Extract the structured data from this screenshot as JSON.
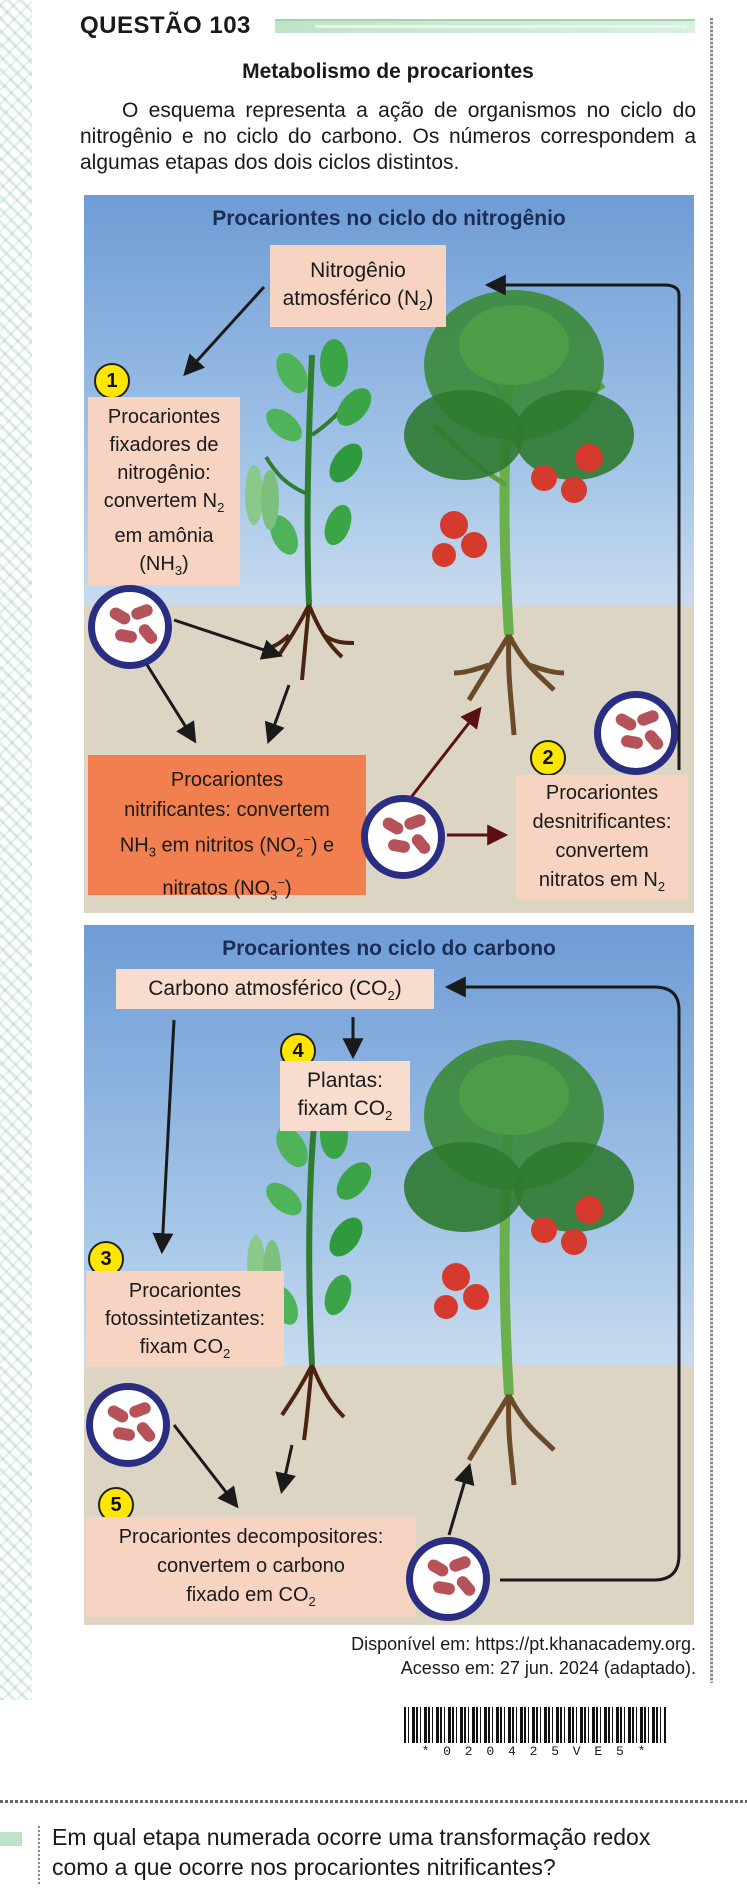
{
  "header": {
    "title": "QUESTÃO 103"
  },
  "subtitle": "Metabolismo de procariontes",
  "intro": "O esquema representa a ação de organismos no ciclo do nitrogênio e no ciclo do carbono. Os números correspondem a algumas etapas dos dois ciclos distintos.",
  "nitrogen_panel": {
    "title": "Procariontes no ciclo do nitrogênio",
    "atm_line1": "Nitrogênio",
    "atm_line2": "atmosférico (N",
    "atm_sub": "2",
    "step1_number": "1",
    "fix_lines": [
      "Procariontes",
      "fixadores de",
      "nitrogênio:",
      "convertem N",
      "em amônia",
      "(NH"
    ],
    "fix_sub_n2": "2",
    "fix_sub_nh3": "3",
    "nitrif_line1": "Procariontes",
    "nitrif_line2": "nitrificantes: convertem",
    "nitrif_line3a": "NH",
    "nitrif_sub3": "3",
    "nitrif_line3b": " em nitritos (NO",
    "nitrif_sub2": "2",
    "nitrif_sup": "−",
    "nitrif_line3c": ") e",
    "nitrif_line4a": "nitratos (NO",
    "nitrif_line4b": ")",
    "step2_number": "2",
    "denit_lines": [
      "Procariontes",
      "desnitrificantes:",
      "convertem",
      "nitratos em N"
    ],
    "denit_sub": "2"
  },
  "carbon_panel": {
    "title": "Procariontes no ciclo do carbono",
    "atm_text": "Carbono atmosférico (CO",
    "atm_sub": "2",
    "step4_number": "4",
    "plants_line1": "Plantas:",
    "plants_line2": "fixam CO",
    "plants_sub": "2",
    "step3_number": "3",
    "photo_lines": [
      "Procariontes",
      "fotossintetizantes:",
      "fixam CO"
    ],
    "photo_sub": "2",
    "step5_number": "5",
    "decomp_lines": [
      "Procariontes decompositores:",
      "convertem o carbono",
      "fixado em CO"
    ],
    "decomp_sub": "2"
  },
  "credit": {
    "line1": "Disponível em: https://pt.khanacademy.org.",
    "line2": "Acesso em: 27 jun. 2024 (adaptado)."
  },
  "barcode_text": "* 0 2 0 4 2 5 V E 5 *",
  "question": "Em qual etapa numerada ocorre uma transformação redox como a que ocorre nos procariontes nitrificantes?",
  "colors": {
    "sky": "#6f9cd6",
    "soil": "#ddd5c4",
    "box_light": "#f7d3c1",
    "box_strong": "#f27f4f",
    "number_badge": "#ffe600",
    "microbe_ring": "#2a2e83",
    "title_text": "#1b2d55"
  }
}
